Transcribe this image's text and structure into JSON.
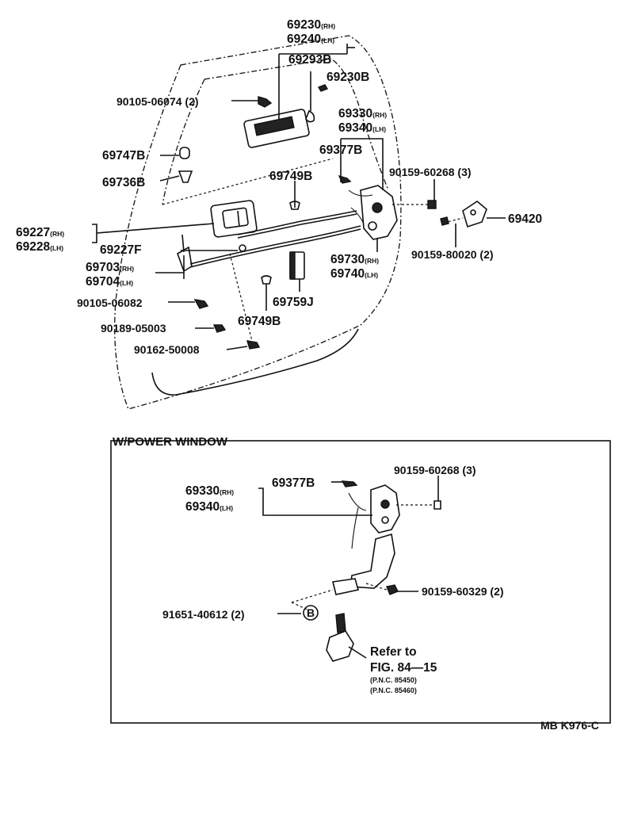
{
  "labels": {
    "p69230_rh": "69230",
    "p69240_lh": "69240",
    "p69293b": "69293B",
    "p69230b": "69230B",
    "p90105_06074": "90105-06074 (2)",
    "p69330_rh": "69330",
    "p69340_lh": "69340",
    "p69747b": "69747B",
    "p69377b": "69377B",
    "p90159_60268": "90159-60268 (3)",
    "p69736b": "69736B",
    "p69749b_top": "69749B",
    "p69420": "69420",
    "p69227_rh": "69227",
    "p69228_lh": "69228",
    "p69227f": "69227F",
    "p90159_80020": "90159-80020 (2)",
    "p69703_rh": "69703",
    "p69704_lh": "69704",
    "p69730_rh": "69730",
    "p69740_lh": "69740",
    "p90105_06082": "90105-06082",
    "p69759j": "69759J",
    "p69749b_bot": "69749B",
    "p90189_05003": "90189-05003",
    "p90162_50008": "90162-50008"
  },
  "suffix": {
    "rh": "(RH)",
    "lh": "(LH)"
  },
  "power_window": {
    "title": "W/POWER WINDOW",
    "p69330_rh": "69330",
    "p69340_lh": "69340",
    "p69377b": "69377B",
    "p90159_60268": "90159-60268 (3)",
    "p90159_60329": "90159-60329 (2)",
    "p91651_40612": "91651-40612 (2)",
    "callout_b": "B",
    "refer_line1": "Refer to",
    "refer_line2": "FIG. 84—15",
    "pnc1": "(P.N.C. 85450)",
    "pnc2": "(P.N.C. 85460)"
  },
  "figure_code": "MB K976-C"
}
